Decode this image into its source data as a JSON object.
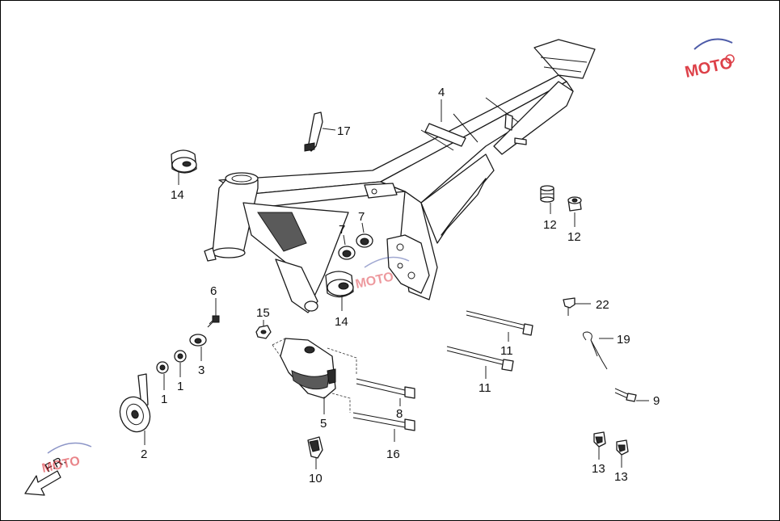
{
  "diagram": {
    "callouts": [
      {
        "id": "c1a",
        "text": "1"
      },
      {
        "id": "c1b",
        "text": "1"
      },
      {
        "id": "c2",
        "text": "2"
      },
      {
        "id": "c3",
        "text": "3"
      },
      {
        "id": "c4",
        "text": "4"
      },
      {
        "id": "c5",
        "text": "5"
      },
      {
        "id": "c6",
        "text": "6"
      },
      {
        "id": "c7a",
        "text": "7"
      },
      {
        "id": "c7b",
        "text": "7"
      },
      {
        "id": "c8",
        "text": "8"
      },
      {
        "id": "c9",
        "text": "9"
      },
      {
        "id": "c10",
        "text": "10"
      },
      {
        "id": "c11a",
        "text": "11"
      },
      {
        "id": "c11b",
        "text": "11"
      },
      {
        "id": "c12a",
        "text": "12"
      },
      {
        "id": "c12b",
        "text": "12"
      },
      {
        "id": "c13a",
        "text": "13"
      },
      {
        "id": "c13b",
        "text": "13"
      },
      {
        "id": "c14a",
        "text": "14"
      },
      {
        "id": "c14b",
        "text": "14"
      },
      {
        "id": "c15",
        "text": "15"
      },
      {
        "id": "c16",
        "text": "16"
      },
      {
        "id": "c17",
        "text": "17"
      },
      {
        "id": "c19",
        "text": "19"
      },
      {
        "id": "c22",
        "text": "22"
      }
    ],
    "direction_label": "F.R.",
    "watermark_text": "MOTO",
    "colors": {
      "line": "#1a1a1a",
      "watermark_red": "#d8202a",
      "watermark_blue": "#2f3f9a"
    }
  }
}
